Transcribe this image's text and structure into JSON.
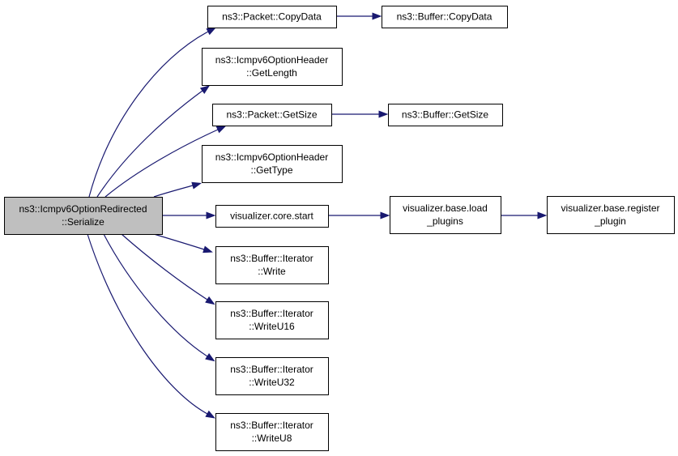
{
  "colors": {
    "edge": "#191970",
    "root_fill": "#bfbfbf",
    "node_fill": "#ffffff",
    "node_border": "#000000"
  },
  "nodes": {
    "root": {
      "lines": [
        "ns3::Icmpv6OptionRedirected",
        "::Serialize"
      ],
      "role": "root"
    },
    "packet_copydata": {
      "lines": [
        "ns3::Packet::CopyData"
      ]
    },
    "buffer_copydata": {
      "lines": [
        "ns3::Buffer::CopyData"
      ]
    },
    "header_getlength": {
      "lines": [
        "ns3::Icmpv6OptionHeader",
        "::GetLength"
      ]
    },
    "packet_getsize": {
      "lines": [
        "ns3::Packet::GetSize"
      ]
    },
    "buffer_getsize": {
      "lines": [
        "ns3::Buffer::GetSize"
      ]
    },
    "header_gettype": {
      "lines": [
        "ns3::Icmpv6OptionHeader",
        "::GetType"
      ]
    },
    "core_start": {
      "lines": [
        "visualizer.core.start"
      ]
    },
    "load_plugins": {
      "lines": [
        "visualizer.base.load",
        "_plugins"
      ]
    },
    "register_plugin": {
      "lines": [
        "visualizer.base.register",
        "_plugin"
      ]
    },
    "iter_write": {
      "lines": [
        "ns3::Buffer::Iterator",
        "::Write"
      ]
    },
    "iter_writeu16": {
      "lines": [
        "ns3::Buffer::Iterator",
        "::WriteU16"
      ]
    },
    "iter_writeu32": {
      "lines": [
        "ns3::Buffer::Iterator",
        "::WriteU32"
      ]
    },
    "iter_writeu8": {
      "lines": [
        "ns3::Buffer::Iterator",
        "::WriteU8"
      ]
    }
  },
  "edges": [
    {
      "from": "root",
      "to": "packet_copydata"
    },
    {
      "from": "root",
      "to": "header_getlength"
    },
    {
      "from": "root",
      "to": "packet_getsize"
    },
    {
      "from": "root",
      "to": "header_gettype"
    },
    {
      "from": "root",
      "to": "core_start"
    },
    {
      "from": "root",
      "to": "iter_write"
    },
    {
      "from": "root",
      "to": "iter_writeu16"
    },
    {
      "from": "root",
      "to": "iter_writeu32"
    },
    {
      "from": "root",
      "to": "iter_writeu8"
    },
    {
      "from": "packet_copydata",
      "to": "buffer_copydata"
    },
    {
      "from": "packet_getsize",
      "to": "buffer_getsize"
    },
    {
      "from": "core_start",
      "to": "load_plugins"
    },
    {
      "from": "load_plugins",
      "to": "register_plugin"
    }
  ]
}
